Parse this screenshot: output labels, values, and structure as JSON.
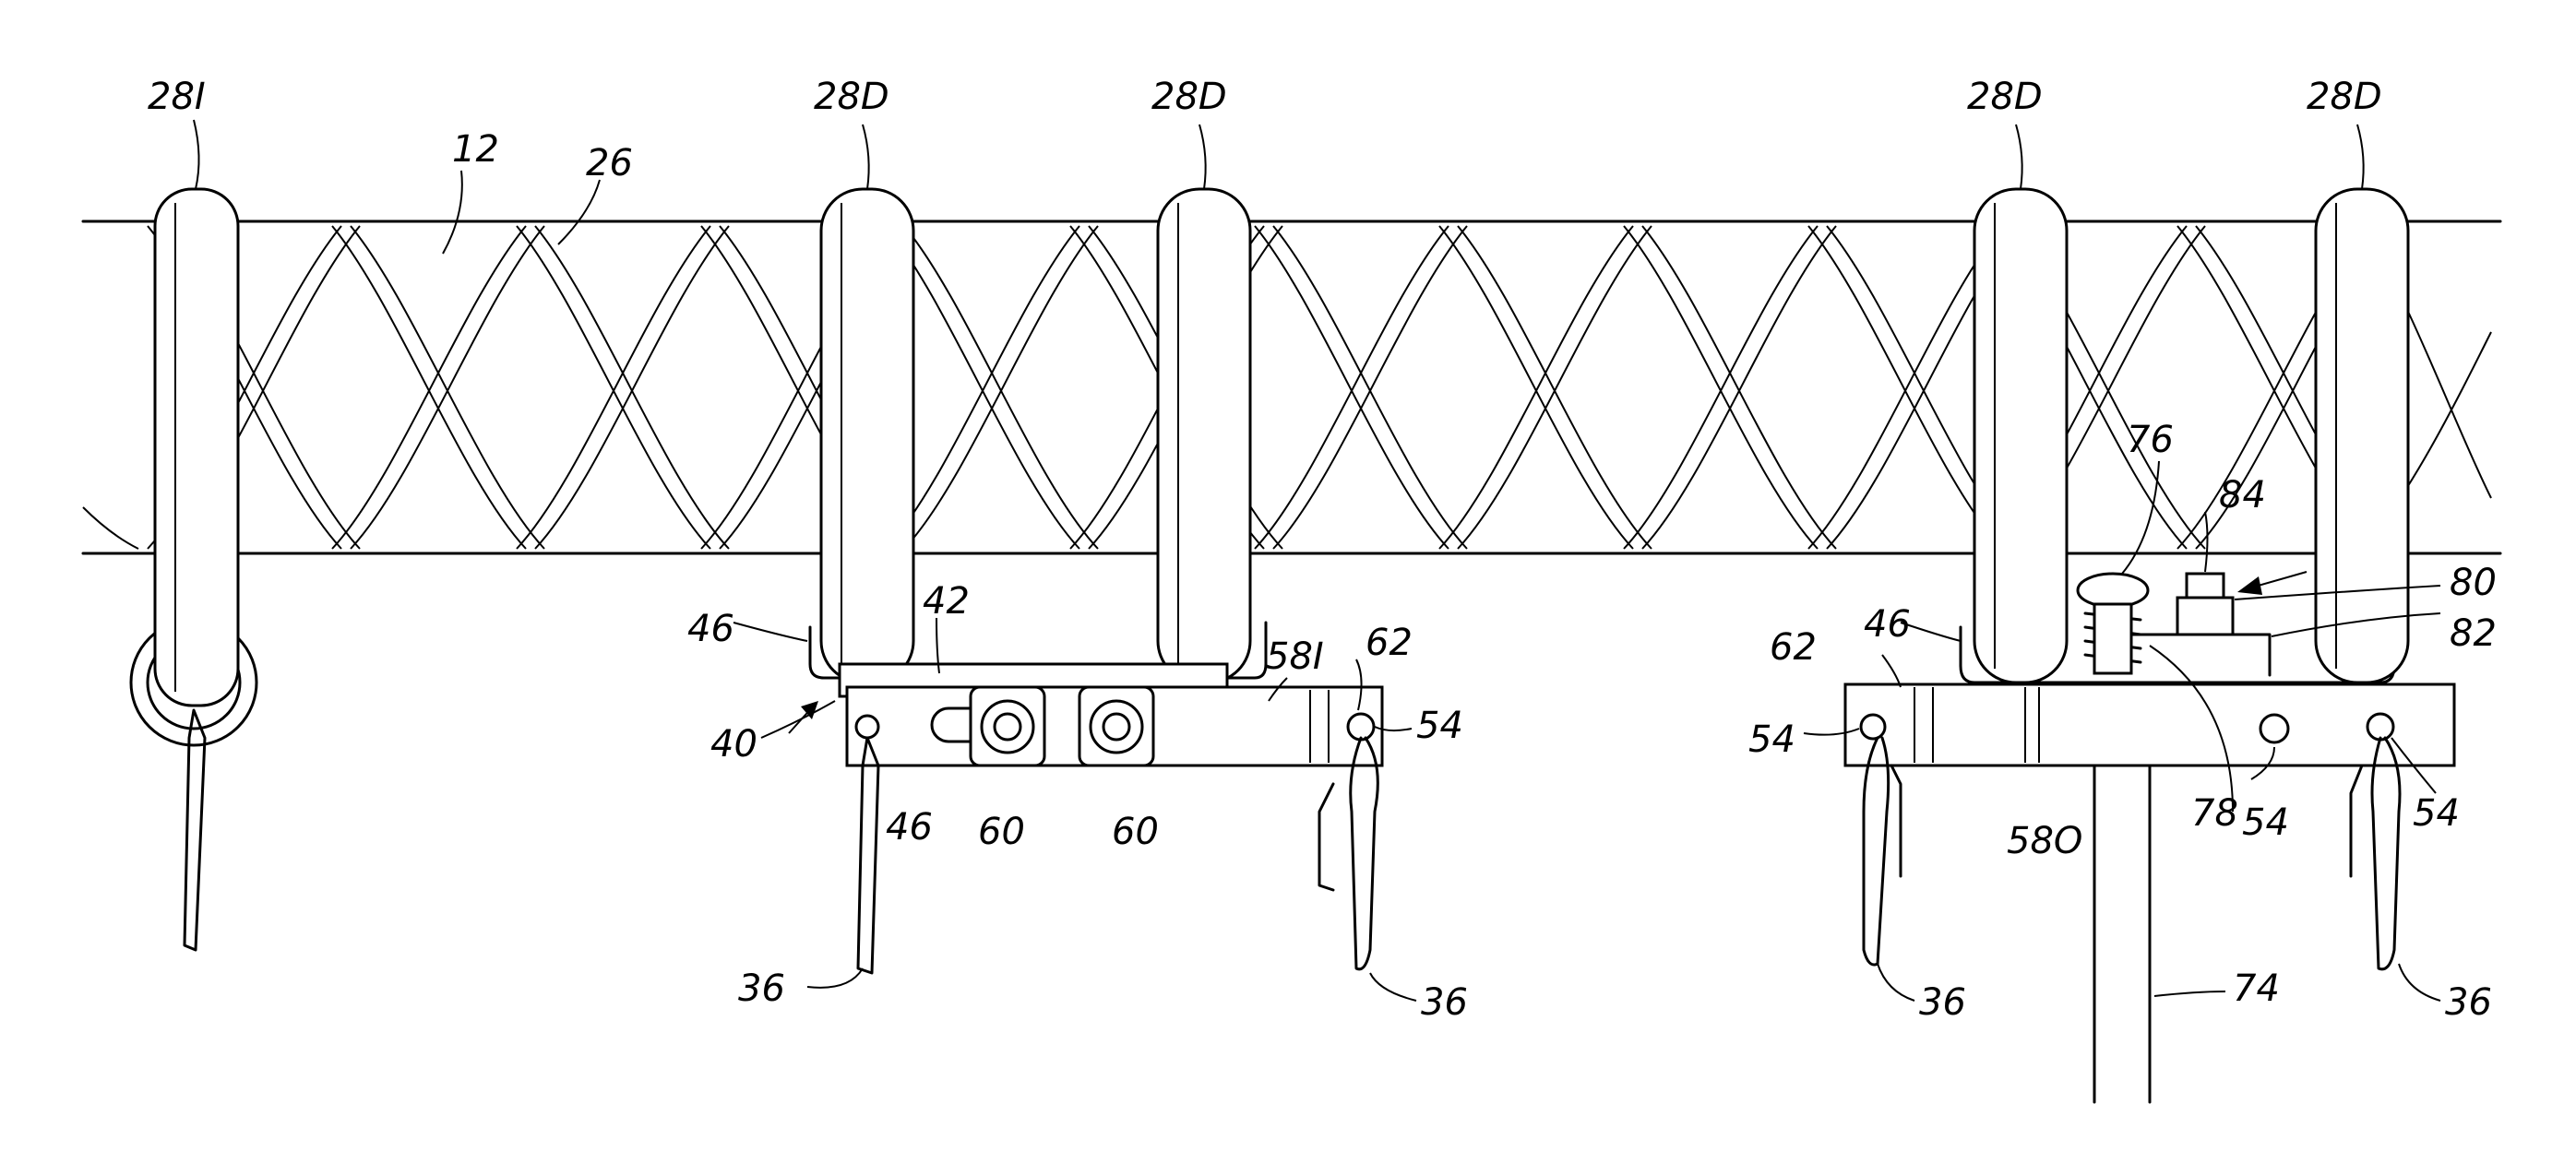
{
  "figure": {
    "labels": {
      "ring_insulated": "28I",
      "ring_d1": "28D",
      "ring_d2": "28D",
      "ring_d3": "28D",
      "ring_d4": "28D",
      "tube": "12",
      "helix": "26",
      "plate_left": "58I",
      "plate_right": "58O",
      "bracket": "40",
      "slot_top": "42",
      "hook_l1": "46",
      "hook_l2": "46",
      "hook_r1": "46",
      "fitting_1": "60",
      "fitting_2": "60",
      "flange_left": "62",
      "flange_right": "62",
      "pin_l": "54",
      "pin_r1": "54",
      "pin_r2": "54",
      "pin_r3": "54",
      "clip_l1": "36",
      "clip_l2": "36",
      "clip_r1": "36",
      "clip_r2": "36",
      "post": "74",
      "spring_screw": "76",
      "spring": "78",
      "terminal": "80",
      "strap": "82",
      "nut": "84"
    }
  }
}
